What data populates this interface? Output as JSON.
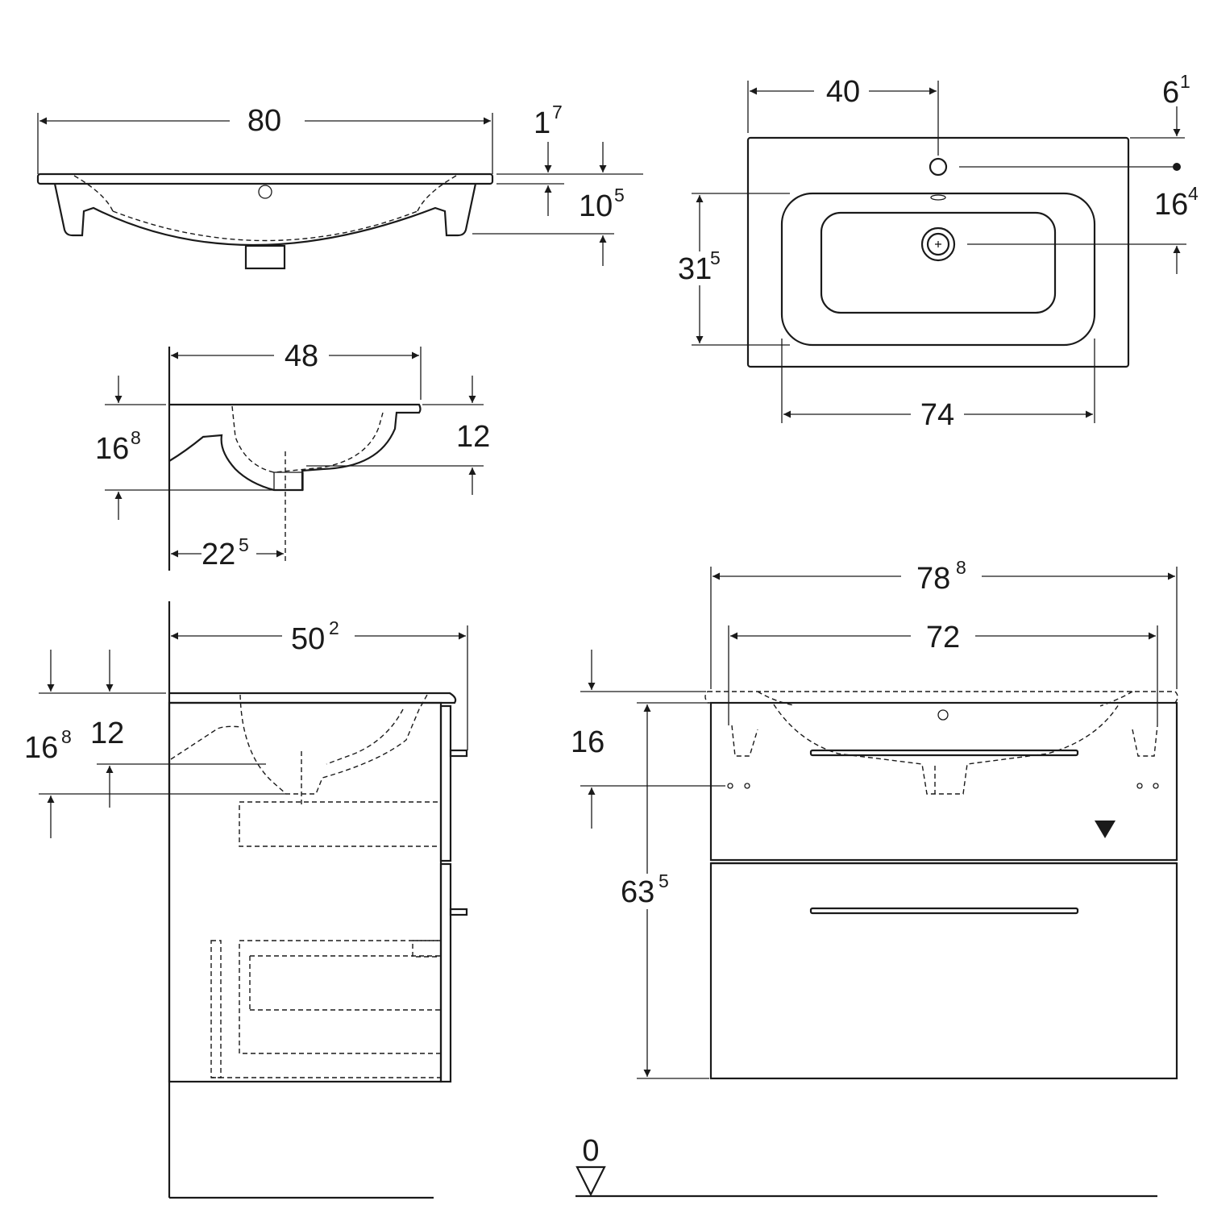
{
  "dimensions": {
    "top_width": {
      "main": "80",
      "sup": ""
    },
    "rim_thickness": {
      "main": "1",
      "sup": "7"
    },
    "bowl_depth_front": {
      "main": "10",
      "sup": "5"
    },
    "tap_offset": {
      "main": "40",
      "sup": ""
    },
    "tap_hole_from_back": {
      "main": "6",
      "sup": "1"
    },
    "tap_to_drain": {
      "main": "16",
      "sup": "4"
    },
    "basin_depth_plan": {
      "main": "31",
      "sup": "5"
    },
    "basin_width_plan": {
      "main": "74",
      "sup": ""
    },
    "side_depth": {
      "main": "48",
      "sup": ""
    },
    "side_height": {
      "main": "16",
      "sup": "8"
    },
    "side_bowl_depth": {
      "main": "12",
      "sup": ""
    },
    "drain_offset": {
      "main": "22",
      "sup": "5"
    },
    "cabinet_side_depth": {
      "main": "50",
      "sup": "2"
    },
    "cabinet_side_height": {
      "main": "16",
      "sup": "8"
    },
    "cabinet_side_bowl": {
      "main": "12",
      "sup": ""
    },
    "front_overall_width": {
      "main": "78",
      "sup": "8"
    },
    "front_cabinet_width": {
      "main": "72",
      "sup": ""
    },
    "front_top_height": {
      "main": "16",
      "sup": ""
    },
    "front_cabinet_height": {
      "main": "63",
      "sup": "5"
    },
    "floor_level": {
      "main": "0",
      "sup": ""
    }
  }
}
